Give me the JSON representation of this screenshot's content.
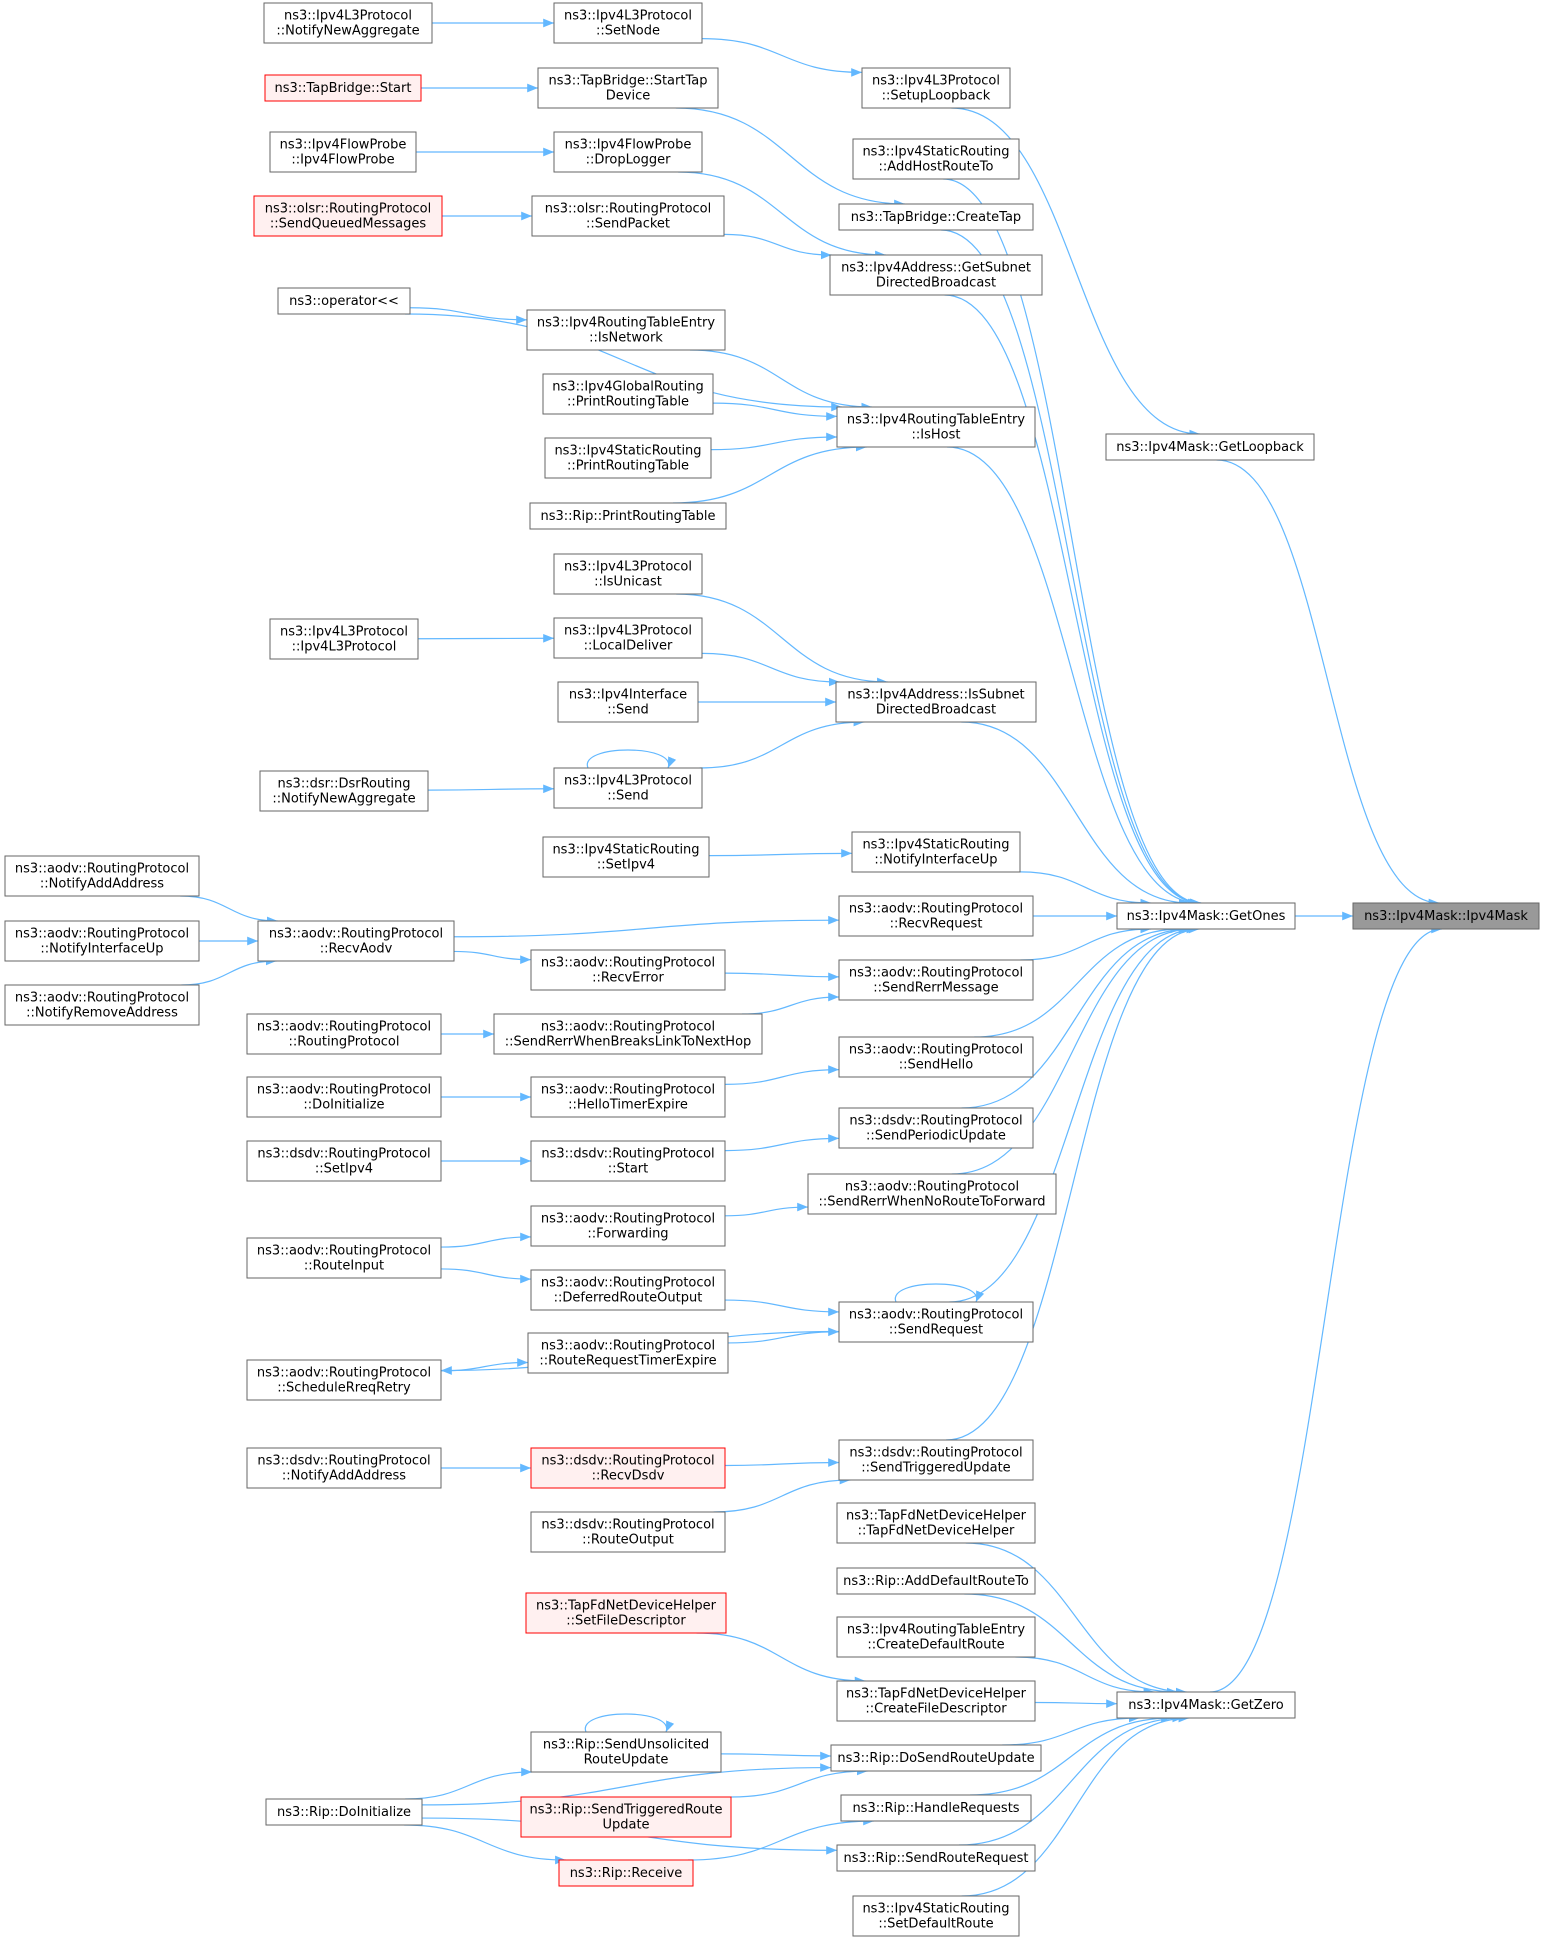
{
  "colors": {
    "edge": "#63b8ff",
    "node_border": "#666666",
    "node_fill": "#ffffff",
    "node_text": "#000000",
    "red_border": "#ff0000",
    "red_fill": "#fff0f0",
    "focus_fill": "#999999",
    "focus_border": "#666666"
  },
  "graph": {
    "nodes": [
      {
        "id": "ipv4mask",
        "lines": [
          "ns3::Ipv4Mask::Ipv4Mask"
        ],
        "style": "focus"
      },
      {
        "id": "getones",
        "lines": [
          "ns3::Ipv4Mask::GetOnes"
        ]
      },
      {
        "id": "getzero",
        "lines": [
          "ns3::Ipv4Mask::GetZero"
        ]
      },
      {
        "id": "getloopback",
        "lines": [
          "ns3::Ipv4Mask::GetLoopback"
        ]
      },
      {
        "id": "setuploopback",
        "lines": [
          "ns3::Ipv4L3Protocol",
          "::SetupLoopback"
        ]
      },
      {
        "id": "setnode",
        "lines": [
          "ns3::Ipv4L3Protocol",
          "::SetNode"
        ]
      },
      {
        "id": "notifynewagg_l3",
        "lines": [
          "ns3::Ipv4L3Protocol",
          "::NotifyNewAggregate"
        ]
      },
      {
        "id": "addhostrouteto",
        "lines": [
          "ns3::Ipv4StaticRouting",
          "::AddHostRouteTo"
        ]
      },
      {
        "id": "createtap",
        "lines": [
          "ns3::TapBridge::CreateTap"
        ]
      },
      {
        "id": "starttapdevice",
        "lines": [
          "ns3::TapBridge::StartTap",
          "Device"
        ]
      },
      {
        "id": "tapbridgestart",
        "lines": [
          "ns3::TapBridge::Start"
        ],
        "style": "red"
      },
      {
        "id": "getsubnetdb",
        "lines": [
          "ns3::Ipv4Address::GetSubnet",
          "DirectedBroadcast"
        ]
      },
      {
        "id": "droplogger",
        "lines": [
          "ns3::Ipv4FlowProbe",
          "::DropLogger"
        ]
      },
      {
        "id": "ipv4flowprobe",
        "lines": [
          "ns3::Ipv4FlowProbe",
          "::Ipv4FlowProbe"
        ]
      },
      {
        "id": "olsr_sendpacket",
        "lines": [
          "ns3::olsr::RoutingProtocol",
          "::SendPacket"
        ]
      },
      {
        "id": "olsr_sendqueued",
        "lines": [
          "ns3::olsr::RoutingProtocol",
          "::SendQueuedMessages"
        ],
        "style": "red"
      },
      {
        "id": "ishost",
        "lines": [
          "ns3::Ipv4RoutingTableEntry",
          "::IsHost"
        ]
      },
      {
        "id": "operator",
        "lines": [
          "ns3::operator<<"
        ]
      },
      {
        "id": "isnetwork",
        "lines": [
          "ns3::Ipv4RoutingTableEntry",
          "::IsNetwork"
        ]
      },
      {
        "id": "global_print",
        "lines": [
          "ns3::Ipv4GlobalRouting",
          "::PrintRoutingTable"
        ]
      },
      {
        "id": "static_print",
        "lines": [
          "ns3::Ipv4StaticRouting",
          "::PrintRoutingTable"
        ]
      },
      {
        "id": "rip_print",
        "lines": [
          "ns3::Rip::PrintRoutingTable"
        ]
      },
      {
        "id": "issubnetdb",
        "lines": [
          "ns3::Ipv4Address::IsSubnet",
          "DirectedBroadcast"
        ]
      },
      {
        "id": "isunicast",
        "lines": [
          "ns3::Ipv4L3Protocol",
          "::IsUnicast"
        ]
      },
      {
        "id": "localdeliver",
        "lines": [
          "ns3::Ipv4L3Protocol",
          "::LocalDeliver"
        ]
      },
      {
        "id": "ipv4l3protocol",
        "lines": [
          "ns3::Ipv4L3Protocol",
          "::Ipv4L3Protocol"
        ]
      },
      {
        "id": "iface_send",
        "lines": [
          "ns3::Ipv4Interface",
          "::Send"
        ]
      },
      {
        "id": "l3_send",
        "lines": [
          "ns3::Ipv4L3Protocol",
          "::Send"
        ]
      },
      {
        "id": "dsr_notify",
        "lines": [
          "ns3::dsr::DsrRouting",
          "::NotifyNewAggregate"
        ]
      },
      {
        "id": "notifyifaceup",
        "lines": [
          "ns3::Ipv4StaticRouting",
          "::NotifyInterfaceUp"
        ]
      },
      {
        "id": "static_setipv4",
        "lines": [
          "ns3::Ipv4StaticRouting",
          "::SetIpv4"
        ]
      },
      {
        "id": "aodv_recvrequest",
        "lines": [
          "ns3::aodv::RoutingProtocol",
          "::RecvRequest"
        ]
      },
      {
        "id": "aodv_recvaodv",
        "lines": [
          "ns3::aodv::RoutingProtocol",
          "::RecvAodv"
        ]
      },
      {
        "id": "aodv_notifyadd",
        "lines": [
          "ns3::aodv::RoutingProtocol",
          "::NotifyAddAddress"
        ]
      },
      {
        "id": "aodv_notifyifup",
        "lines": [
          "ns3::aodv::RoutingProtocol",
          "::NotifyInterfaceUp"
        ]
      },
      {
        "id": "aodv_notifyremove",
        "lines": [
          "ns3::aodv::RoutingProtocol",
          "::NotifyRemoveAddress"
        ]
      },
      {
        "id": "aodv_sendrerr",
        "lines": [
          "ns3::aodv::RoutingProtocol",
          "::SendRerrMessage"
        ]
      },
      {
        "id": "aodv_recverror",
        "lines": [
          "ns3::aodv::RoutingProtocol",
          "::RecvError"
        ]
      },
      {
        "id": "aodv_sendrerrbreaks",
        "lines": [
          "ns3::aodv::RoutingProtocol",
          "::SendRerrWhenBreaksLinkToNextHop"
        ]
      },
      {
        "id": "aodv_routingprotocol",
        "lines": [
          "ns3::aodv::RoutingProtocol",
          "::RoutingProtocol"
        ]
      },
      {
        "id": "aodv_sendhello",
        "lines": [
          "ns3::aodv::RoutingProtocol",
          "::SendHello"
        ]
      },
      {
        "id": "aodv_hellotimer",
        "lines": [
          "ns3::aodv::RoutingProtocol",
          "::HelloTimerExpire"
        ]
      },
      {
        "id": "aodv_doinit",
        "lines": [
          "ns3::aodv::RoutingProtocol",
          "::DoInitialize"
        ]
      },
      {
        "id": "dsdv_sendperiodic",
        "lines": [
          "ns3::dsdv::RoutingProtocol",
          "::SendPeriodicUpdate"
        ]
      },
      {
        "id": "dsdv_start",
        "lines": [
          "ns3::dsdv::RoutingProtocol",
          "::Start"
        ]
      },
      {
        "id": "dsdv_setipv4",
        "lines": [
          "ns3::dsdv::RoutingProtocol",
          "::SetIpv4"
        ]
      },
      {
        "id": "aodv_sendrerrnoroute",
        "lines": [
          "ns3::aodv::RoutingProtocol",
          "::SendRerrWhenNoRouteToForward"
        ]
      },
      {
        "id": "aodv_forwarding",
        "lines": [
          "ns3::aodv::RoutingProtocol",
          "::Forwarding"
        ]
      },
      {
        "id": "aodv_routeinput",
        "lines": [
          "ns3::aodv::RoutingProtocol",
          "::RouteInput"
        ]
      },
      {
        "id": "aodv_deferred",
        "lines": [
          "ns3::aodv::RoutingProtocol",
          "::DeferredRouteOutput"
        ]
      },
      {
        "id": "aodv_sendrequest",
        "lines": [
          "ns3::aodv::RoutingProtocol",
          "::SendRequest"
        ]
      },
      {
        "id": "aodv_rreqtimer",
        "lines": [
          "ns3::aodv::RoutingProtocol",
          "::RouteRequestTimerExpire"
        ]
      },
      {
        "id": "aodv_schedrreq",
        "lines": [
          "ns3::aodv::RoutingProtocol",
          "::ScheduleRreqRetry"
        ]
      },
      {
        "id": "dsdv_sendtriggered",
        "lines": [
          "ns3::dsdv::RoutingProtocol",
          "::SendTriggeredUpdate"
        ]
      },
      {
        "id": "dsdv_recvdsdv",
        "lines": [
          "ns3::dsdv::RoutingProtocol",
          "::RecvDsdv"
        ],
        "style": "red"
      },
      {
        "id": "dsdv_notifyadd",
        "lines": [
          "ns3::dsdv::RoutingProtocol",
          "::NotifyAddAddress"
        ]
      },
      {
        "id": "dsdv_routeoutput",
        "lines": [
          "ns3::dsdv::RoutingProtocol",
          "::RouteOutput"
        ]
      },
      {
        "id": "tapfd_helper",
        "lines": [
          "ns3::TapFdNetDeviceHelper",
          "::TapFdNetDeviceHelper"
        ]
      },
      {
        "id": "rip_adddefault",
        "lines": [
          "ns3::Rip::AddDefaultRouteTo"
        ]
      },
      {
        "id": "rte_createdefault",
        "lines": [
          "ns3::Ipv4RoutingTableEntry",
          "::CreateDefaultRoute"
        ]
      },
      {
        "id": "tapfd_setfd",
        "lines": [
          "ns3::TapFdNetDeviceHelper",
          "::SetFileDescriptor"
        ],
        "style": "red"
      },
      {
        "id": "tapfd_createfd",
        "lines": [
          "ns3::TapFdNetDeviceHelper",
          "::CreateFileDescriptor"
        ]
      },
      {
        "id": "rip_dosendroute",
        "lines": [
          "ns3::Rip::DoSendRouteUpdate"
        ]
      },
      {
        "id": "rip_sendunsolicited",
        "lines": [
          "ns3::Rip::SendUnsolicited",
          "RouteUpdate"
        ]
      },
      {
        "id": "rip_doinit",
        "lines": [
          "ns3::Rip::DoInitialize"
        ]
      },
      {
        "id": "rip_sendtriggered",
        "lines": [
          "ns3::Rip::SendTriggeredRoute",
          "Update"
        ],
        "style": "red"
      },
      {
        "id": "rip_handlereq",
        "lines": [
          "ns3::Rip::HandleRequests"
        ]
      },
      {
        "id": "rip_receive",
        "lines": [
          "ns3::Rip::Receive"
        ],
        "style": "red"
      },
      {
        "id": "rip_sendreq",
        "lines": [
          "ns3::Rip::SendRouteRequest"
        ]
      },
      {
        "id": "static_setdefault",
        "lines": [
          "ns3::Ipv4StaticRouting",
          "::SetDefaultRoute"
        ]
      }
    ],
    "edges": [
      [
        "getones",
        "ipv4mask"
      ],
      [
        "getzero",
        "ipv4mask"
      ],
      [
        "getloopback",
        "ipv4mask"
      ],
      [
        "setuploopback",
        "getloopback"
      ],
      [
        "setnode",
        "setuploopback"
      ],
      [
        "notifynewagg_l3",
        "setnode"
      ],
      [
        "addhostrouteto",
        "getones"
      ],
      [
        "createtap",
        "getones"
      ],
      [
        "starttapdevice",
        "createtap"
      ],
      [
        "tapbridgestart",
        "starttapdevice"
      ],
      [
        "getsubnetdb",
        "getones"
      ],
      [
        "droplogger",
        "getsubnetdb"
      ],
      [
        "ipv4flowprobe",
        "droplogger"
      ],
      [
        "olsr_sendpacket",
        "getsubnetdb"
      ],
      [
        "olsr_sendqueued",
        "olsr_sendpacket"
      ],
      [
        "ishost",
        "getones"
      ],
      [
        "isnetwork",
        "ishost"
      ],
      [
        "operator",
        "isnetwork"
      ],
      [
        "operator",
        "ishost"
      ],
      [
        "global_print",
        "ishost"
      ],
      [
        "static_print",
        "ishost"
      ],
      [
        "rip_print",
        "ishost"
      ],
      [
        "issubnetdb",
        "getones"
      ],
      [
        "isunicast",
        "issubnetdb"
      ],
      [
        "localdeliver",
        "issubnetdb"
      ],
      [
        "ipv4l3protocol",
        "localdeliver"
      ],
      [
        "iface_send",
        "issubnetdb"
      ],
      [
        "l3_send",
        "issubnetdb"
      ],
      [
        "l3_send",
        "l3_send"
      ],
      [
        "dsr_notify",
        "l3_send"
      ],
      [
        "notifyifaceup",
        "getones"
      ],
      [
        "static_setipv4",
        "notifyifaceup"
      ],
      [
        "aodv_recvrequest",
        "getones"
      ],
      [
        "aodv_recvaodv",
        "aodv_recvrequest"
      ],
      [
        "aodv_notifyadd",
        "aodv_recvaodv"
      ],
      [
        "aodv_notifyifup",
        "aodv_recvaodv"
      ],
      [
        "aodv_notifyremove",
        "aodv_recvaodv"
      ],
      [
        "aodv_sendrerr",
        "getones"
      ],
      [
        "aodv_recverror",
        "aodv_sendrerr"
      ],
      [
        "aodv_recvaodv",
        "aodv_recverror"
      ],
      [
        "aodv_sendrerrbreaks",
        "aodv_sendrerr"
      ],
      [
        "aodv_routingprotocol",
        "aodv_sendrerrbreaks"
      ],
      [
        "aodv_sendhello",
        "getones"
      ],
      [
        "aodv_hellotimer",
        "aodv_sendhello"
      ],
      [
        "aodv_doinit",
        "aodv_hellotimer"
      ],
      [
        "dsdv_sendperiodic",
        "getones"
      ],
      [
        "dsdv_start",
        "dsdv_sendperiodic"
      ],
      [
        "dsdv_setipv4",
        "dsdv_start"
      ],
      [
        "aodv_sendrerrnoroute",
        "getones"
      ],
      [
        "aodv_forwarding",
        "aodv_sendrerrnoroute"
      ],
      [
        "aodv_routeinput",
        "aodv_forwarding"
      ],
      [
        "aodv_routeinput",
        "aodv_deferred"
      ],
      [
        "aodv_sendrequest",
        "getones"
      ],
      [
        "aodv_sendrequest",
        "aodv_sendrequest"
      ],
      [
        "aodv_deferred",
        "aodv_sendrequest"
      ],
      [
        "aodv_rreqtimer",
        "aodv_sendrequest"
      ],
      [
        "aodv_schedrreq",
        "aodv_rreqtimer"
      ],
      [
        "aodv_sendrequest",
        "aodv_schedrreq"
      ],
      [
        "dsdv_sendtriggered",
        "getones"
      ],
      [
        "dsdv_recvdsdv",
        "dsdv_sendtriggered"
      ],
      [
        "dsdv_notifyadd",
        "dsdv_recvdsdv"
      ],
      [
        "dsdv_routeoutput",
        "dsdv_sendtriggered"
      ],
      [
        "tapfd_helper",
        "getzero"
      ],
      [
        "rip_adddefault",
        "getzero"
      ],
      [
        "rte_createdefault",
        "getzero"
      ],
      [
        "tapfd_createfd",
        "getzero"
      ],
      [
        "tapfd_setfd",
        "tapfd_createfd"
      ],
      [
        "rip_dosendroute",
        "getzero"
      ],
      [
        "rip_sendunsolicited",
        "rip_dosendroute"
      ],
      [
        "rip_sendunsolicited",
        "rip_sendunsolicited"
      ],
      [
        "rip_doinit",
        "rip_sendunsolicited"
      ],
      [
        "rip_doinit",
        "rip_dosendroute"
      ],
      [
        "rip_sendtriggered",
        "rip_dosendroute"
      ],
      [
        "rip_handlereq",
        "getzero"
      ],
      [
        "rip_receive",
        "rip_handlereq"
      ],
      [
        "rip_doinit",
        "rip_receive"
      ],
      [
        "rip_sendreq",
        "getzero"
      ],
      [
        "rip_doinit",
        "rip_sendreq"
      ],
      [
        "static_setdefault",
        "getzero"
      ]
    ]
  }
}
